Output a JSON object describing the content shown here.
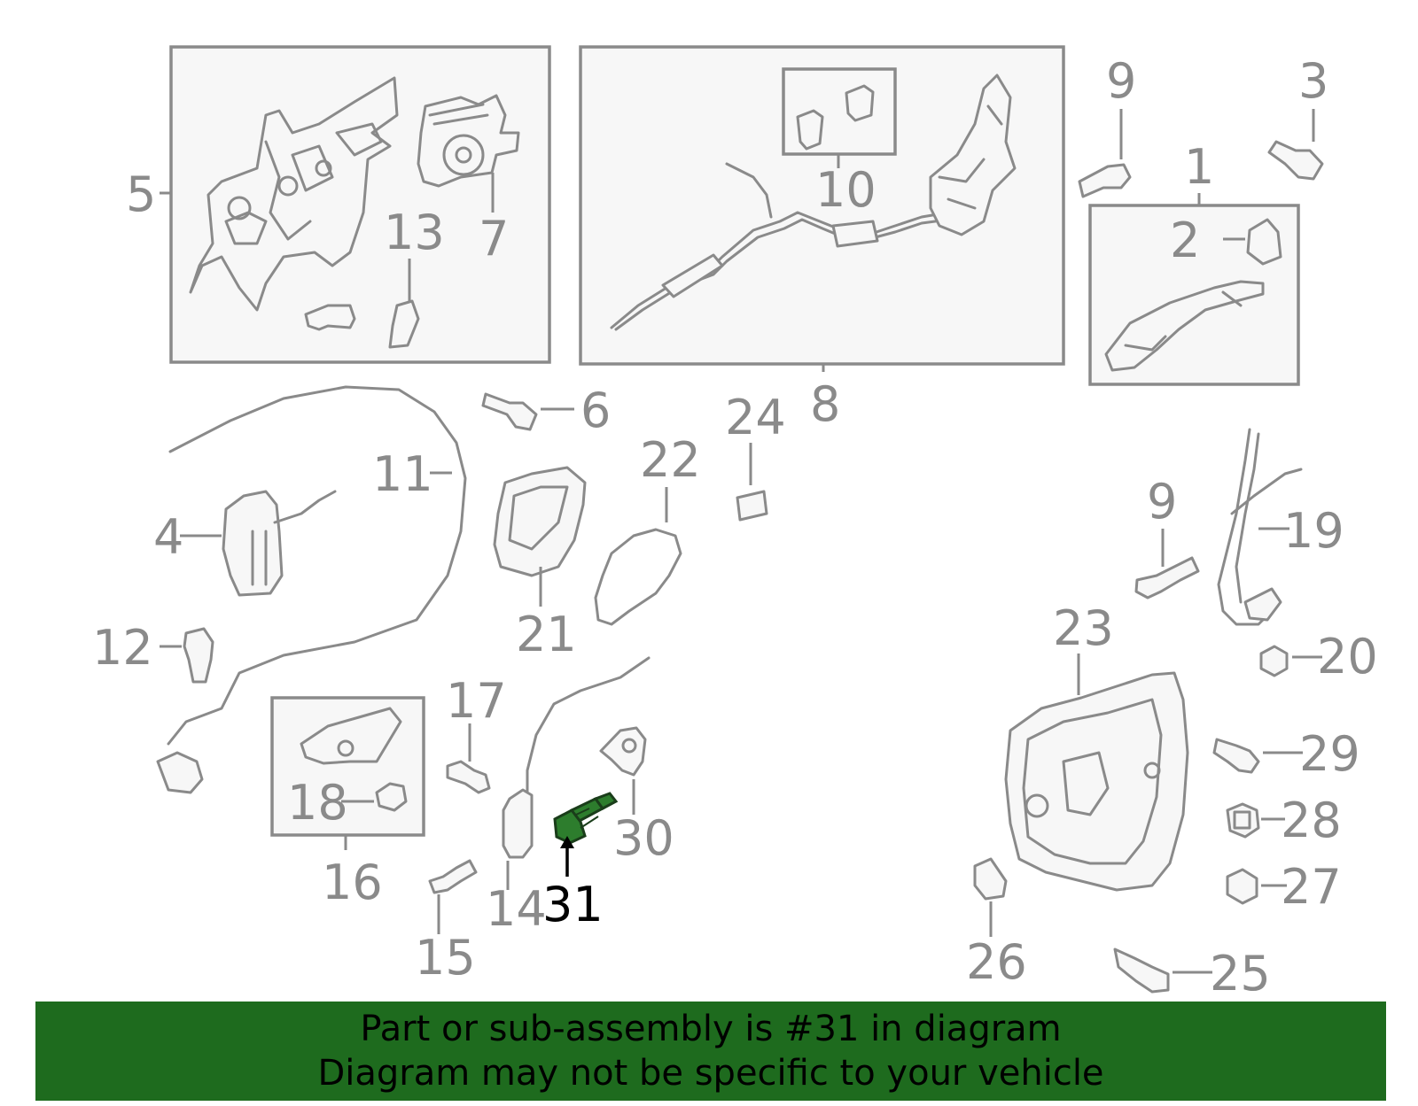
{
  "labels": {
    "p1": "1",
    "p2": "2",
    "p3": "3",
    "p4": "4",
    "p5": "5",
    "p6": "6",
    "p7": "7",
    "p8": "8",
    "p9a": "9",
    "p9b": "9",
    "p10": "10",
    "p11": "11",
    "p12": "12",
    "p13": "13",
    "p14": "14",
    "p15": "15",
    "p16": "16",
    "p17": "17",
    "p18": "18",
    "p19": "19",
    "p20": "20",
    "p21": "21",
    "p22": "22",
    "p23": "23",
    "p24": "24",
    "p25": "25",
    "p26": "26",
    "p27": "27",
    "p28": "28",
    "p29": "29",
    "p30": "30",
    "p31": "31"
  },
  "highlight": {
    "part_number": "31",
    "color": "#2d7d2d"
  },
  "banner": {
    "line1": "Part or sub-assembly is #31 in diagram",
    "line2": "Diagram may not be specific to your vehicle",
    "background": "#1e6b1e"
  }
}
